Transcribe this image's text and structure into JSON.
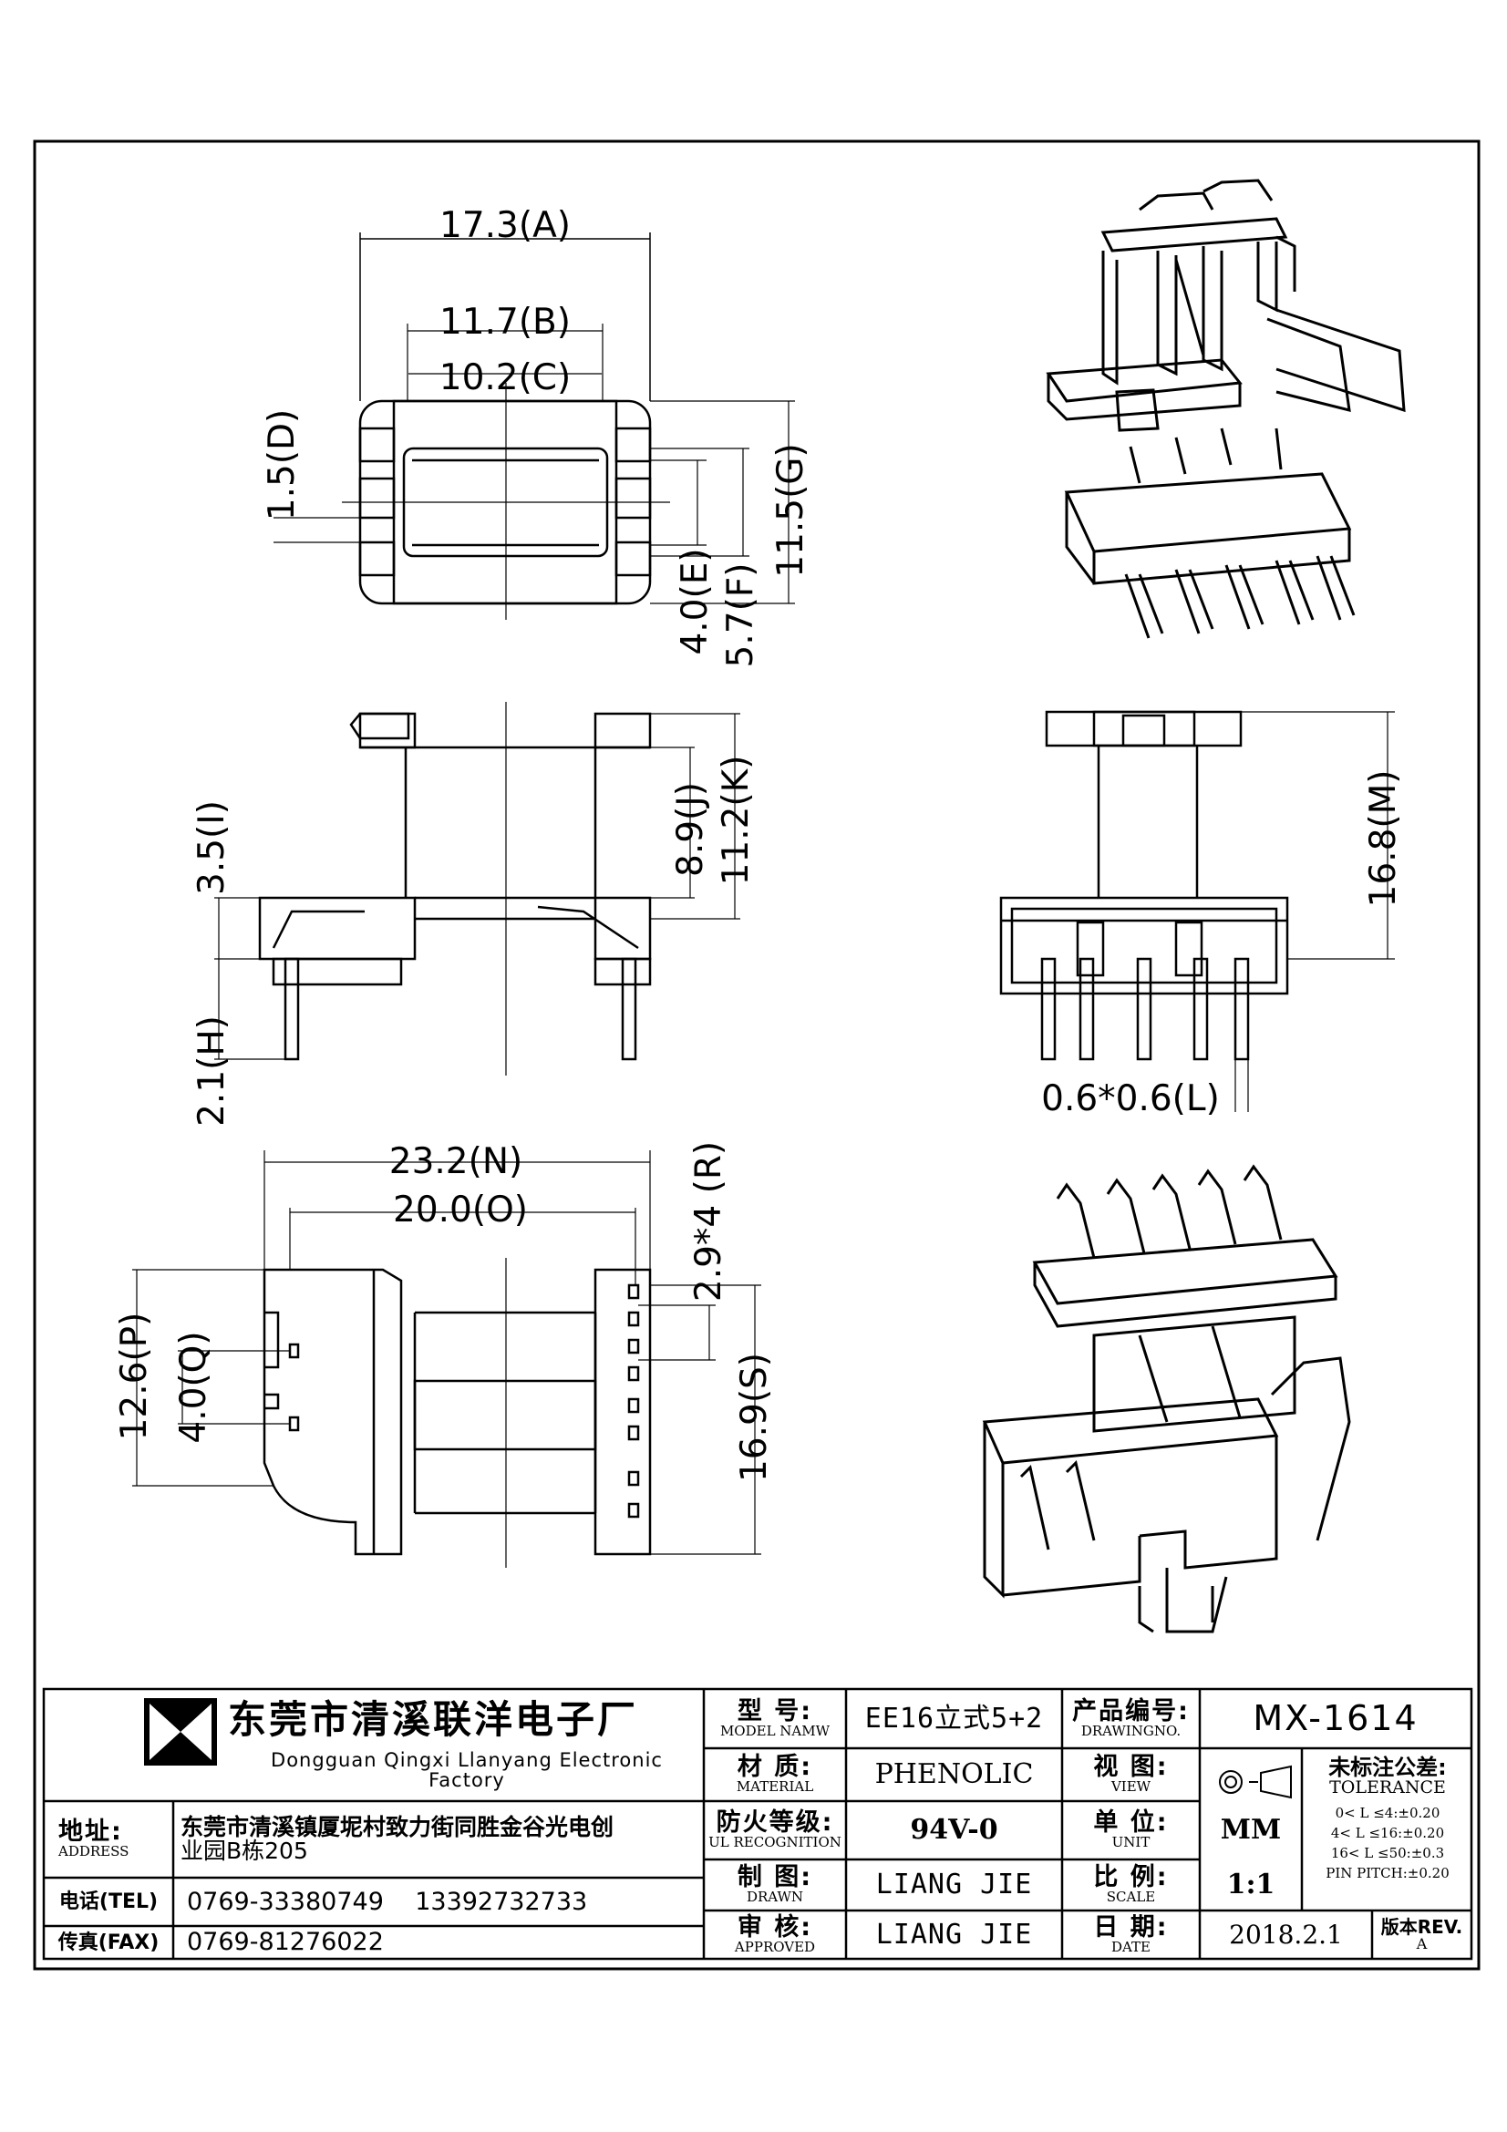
{
  "dimensions": {
    "A": "17.3(A)",
    "B": "11.7(B)",
    "C": "10.2(C)",
    "D": "1.5(D)",
    "E": "4.0(E)",
    "F": "5.7(F)",
    "G": "11.5(G)",
    "H": "2.1(H)",
    "I": "3.5(I)",
    "J": "8.9(J)",
    "K": "11.2(K)",
    "L": "0.6*0.6(L)",
    "M": "16.8(M)",
    "N": "23.2(N)",
    "O": "20.0(O)",
    "P": "12.6(P)",
    "Q": "4.0(Q)",
    "R": "2.9*4 (R)",
    "S": "16.9(S)"
  },
  "company": {
    "name_cn": "东莞市清溪联洋电子厂",
    "name_en": "Dongguan Qingxi Llanyang Electronic Factory",
    "address_label_cn": "地址:",
    "address_label_en": "ADDRESS",
    "address_line1": "东莞市清溪镇厦坭村致力街同胜金谷光电创",
    "address_line2": "业园B栋205",
    "tel_label": "电话(TEL)",
    "tel_value": "0769-33380749    13392732733",
    "fax_label": "传真(FAX)",
    "fax_value": "0769-81276022"
  },
  "title_block": {
    "model_label_cn": "型  号:",
    "model_label_en": "MODEL NAMW",
    "model_value": "EE16立式5+2",
    "material_label_cn": "材  质:",
    "material_label_en": "MATERIAL",
    "material_value": "PHENOLIC",
    "fire_label_cn": "防火等级:",
    "fire_label_en": "UL RECOGNITION",
    "fire_value": "94V-0",
    "drawn_label_cn": "制  图:",
    "drawn_label_en": "DRAWN",
    "drawn_value": "LIANG JIE",
    "approved_label_cn": "审  核:",
    "approved_label_en": "APPROVED",
    "approved_value": "LIANG JIE",
    "drawingno_label_cn": "产品编号:",
    "drawingno_label_en": "DRAWINGNO.",
    "drawingno_value": "MX-1614",
    "view_label_cn": "视  图:",
    "view_label_en": "VIEW",
    "unit_label_cn": "单  位:",
    "unit_label_en": "UNIT",
    "unit_value": "MM",
    "scale_label_cn": "比  例:",
    "scale_label_en": "SCALE",
    "scale_value": "1:1",
    "date_label_cn": "日  期:",
    "date_label_en": "DATE",
    "date_value": "2018.2.1",
    "tolerance_title_cn": "未标注公差:",
    "tolerance_title_en": "TOLERANCE",
    "tolerance_rows": [
      "0< L ≤4:±0.20",
      "4< L ≤16:±0.20",
      "16< L ≤50:±0.3",
      "PIN PITCH:±0.20"
    ],
    "rev_label_cn": "版本REV.",
    "rev_value": "A"
  }
}
